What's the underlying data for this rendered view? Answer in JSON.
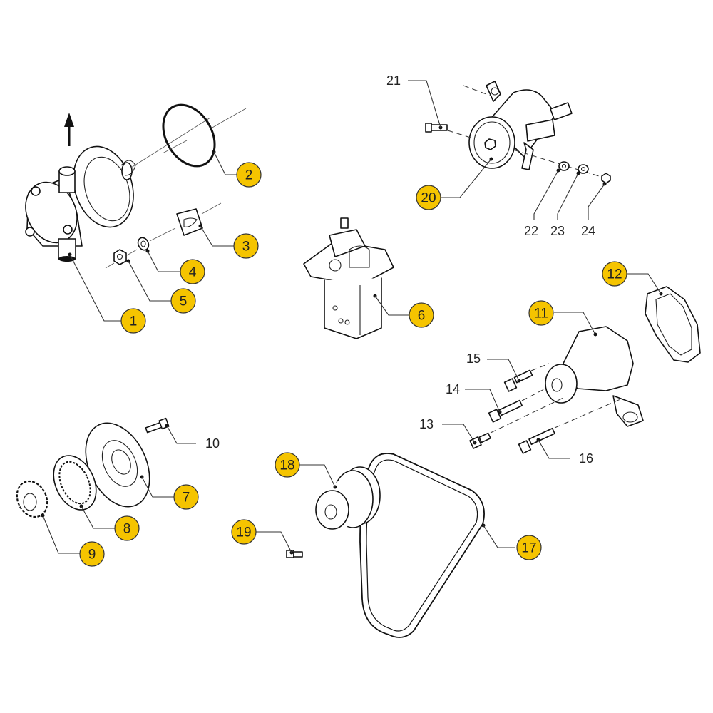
{
  "diagram": {
    "title": "Exploded parts diagram - cooling and pump assembly",
    "callout_color": "#F5C400",
    "callouts": [
      {
        "number": "1",
        "style": "circle",
        "part": "raw water pump"
      },
      {
        "number": "2",
        "style": "circle",
        "part": "o-ring"
      },
      {
        "number": "3",
        "style": "circle",
        "part": "bracket"
      },
      {
        "number": "4",
        "style": "circle",
        "part": "washer"
      },
      {
        "number": "5",
        "style": "circle",
        "part": "nut"
      },
      {
        "number": "6",
        "style": "circle",
        "part": "injection pump"
      },
      {
        "number": "7",
        "style": "circle",
        "part": "pump housing plate"
      },
      {
        "number": "8",
        "style": "circle",
        "part": "internal ring gear"
      },
      {
        "number": "9",
        "style": "circle",
        "part": "drive gear"
      },
      {
        "number": "10",
        "style": "plain",
        "part": "bolt"
      },
      {
        "number": "11",
        "style": "circle",
        "part": "water pump"
      },
      {
        "number": "12",
        "style": "circle",
        "part": "gasket"
      },
      {
        "number": "13",
        "style": "plain",
        "part": "bolt"
      },
      {
        "number": "14",
        "style": "plain",
        "part": "bolt"
      },
      {
        "number": "15",
        "style": "plain",
        "part": "bolt"
      },
      {
        "number": "16",
        "style": "plain",
        "part": "bolt"
      },
      {
        "number": "17",
        "style": "circle",
        "part": "v-belt"
      },
      {
        "number": "18",
        "style": "circle",
        "part": "pulley"
      },
      {
        "number": "19",
        "style": "circle",
        "part": "screw"
      },
      {
        "number": "20",
        "style": "circle",
        "part": "fuel pump"
      },
      {
        "number": "21",
        "style": "plain",
        "part": "bolt"
      },
      {
        "number": "22",
        "style": "plain",
        "part": "washer"
      },
      {
        "number": "23",
        "style": "plain",
        "part": "washer"
      },
      {
        "number": "24",
        "style": "plain",
        "part": "nut"
      }
    ]
  }
}
